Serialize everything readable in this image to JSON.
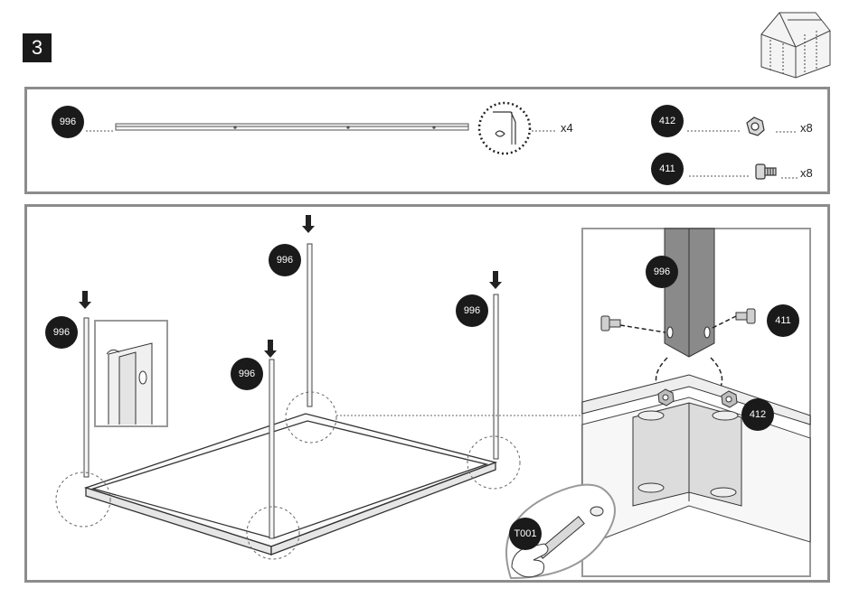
{
  "step": {
    "number": "3"
  },
  "parts": {
    "panel_profile": {
      "code": "996",
      "qty": "x4"
    },
    "nut": {
      "code": "412",
      "qty": "x8"
    },
    "bolt": {
      "code": "411",
      "qty": "x8"
    }
  },
  "assembly": {
    "posts": [
      {
        "code": "996"
      },
      {
        "code": "996"
      },
      {
        "code": "996"
      },
      {
        "code": "996"
      }
    ],
    "detail": {
      "profile_code": "996",
      "bolt_code": "411",
      "nut_code": "412",
      "tool_code": "T001"
    }
  },
  "colors": {
    "badge": "#1a1a1a",
    "panel_border": "#8c8c8c",
    "line": "#333333"
  }
}
